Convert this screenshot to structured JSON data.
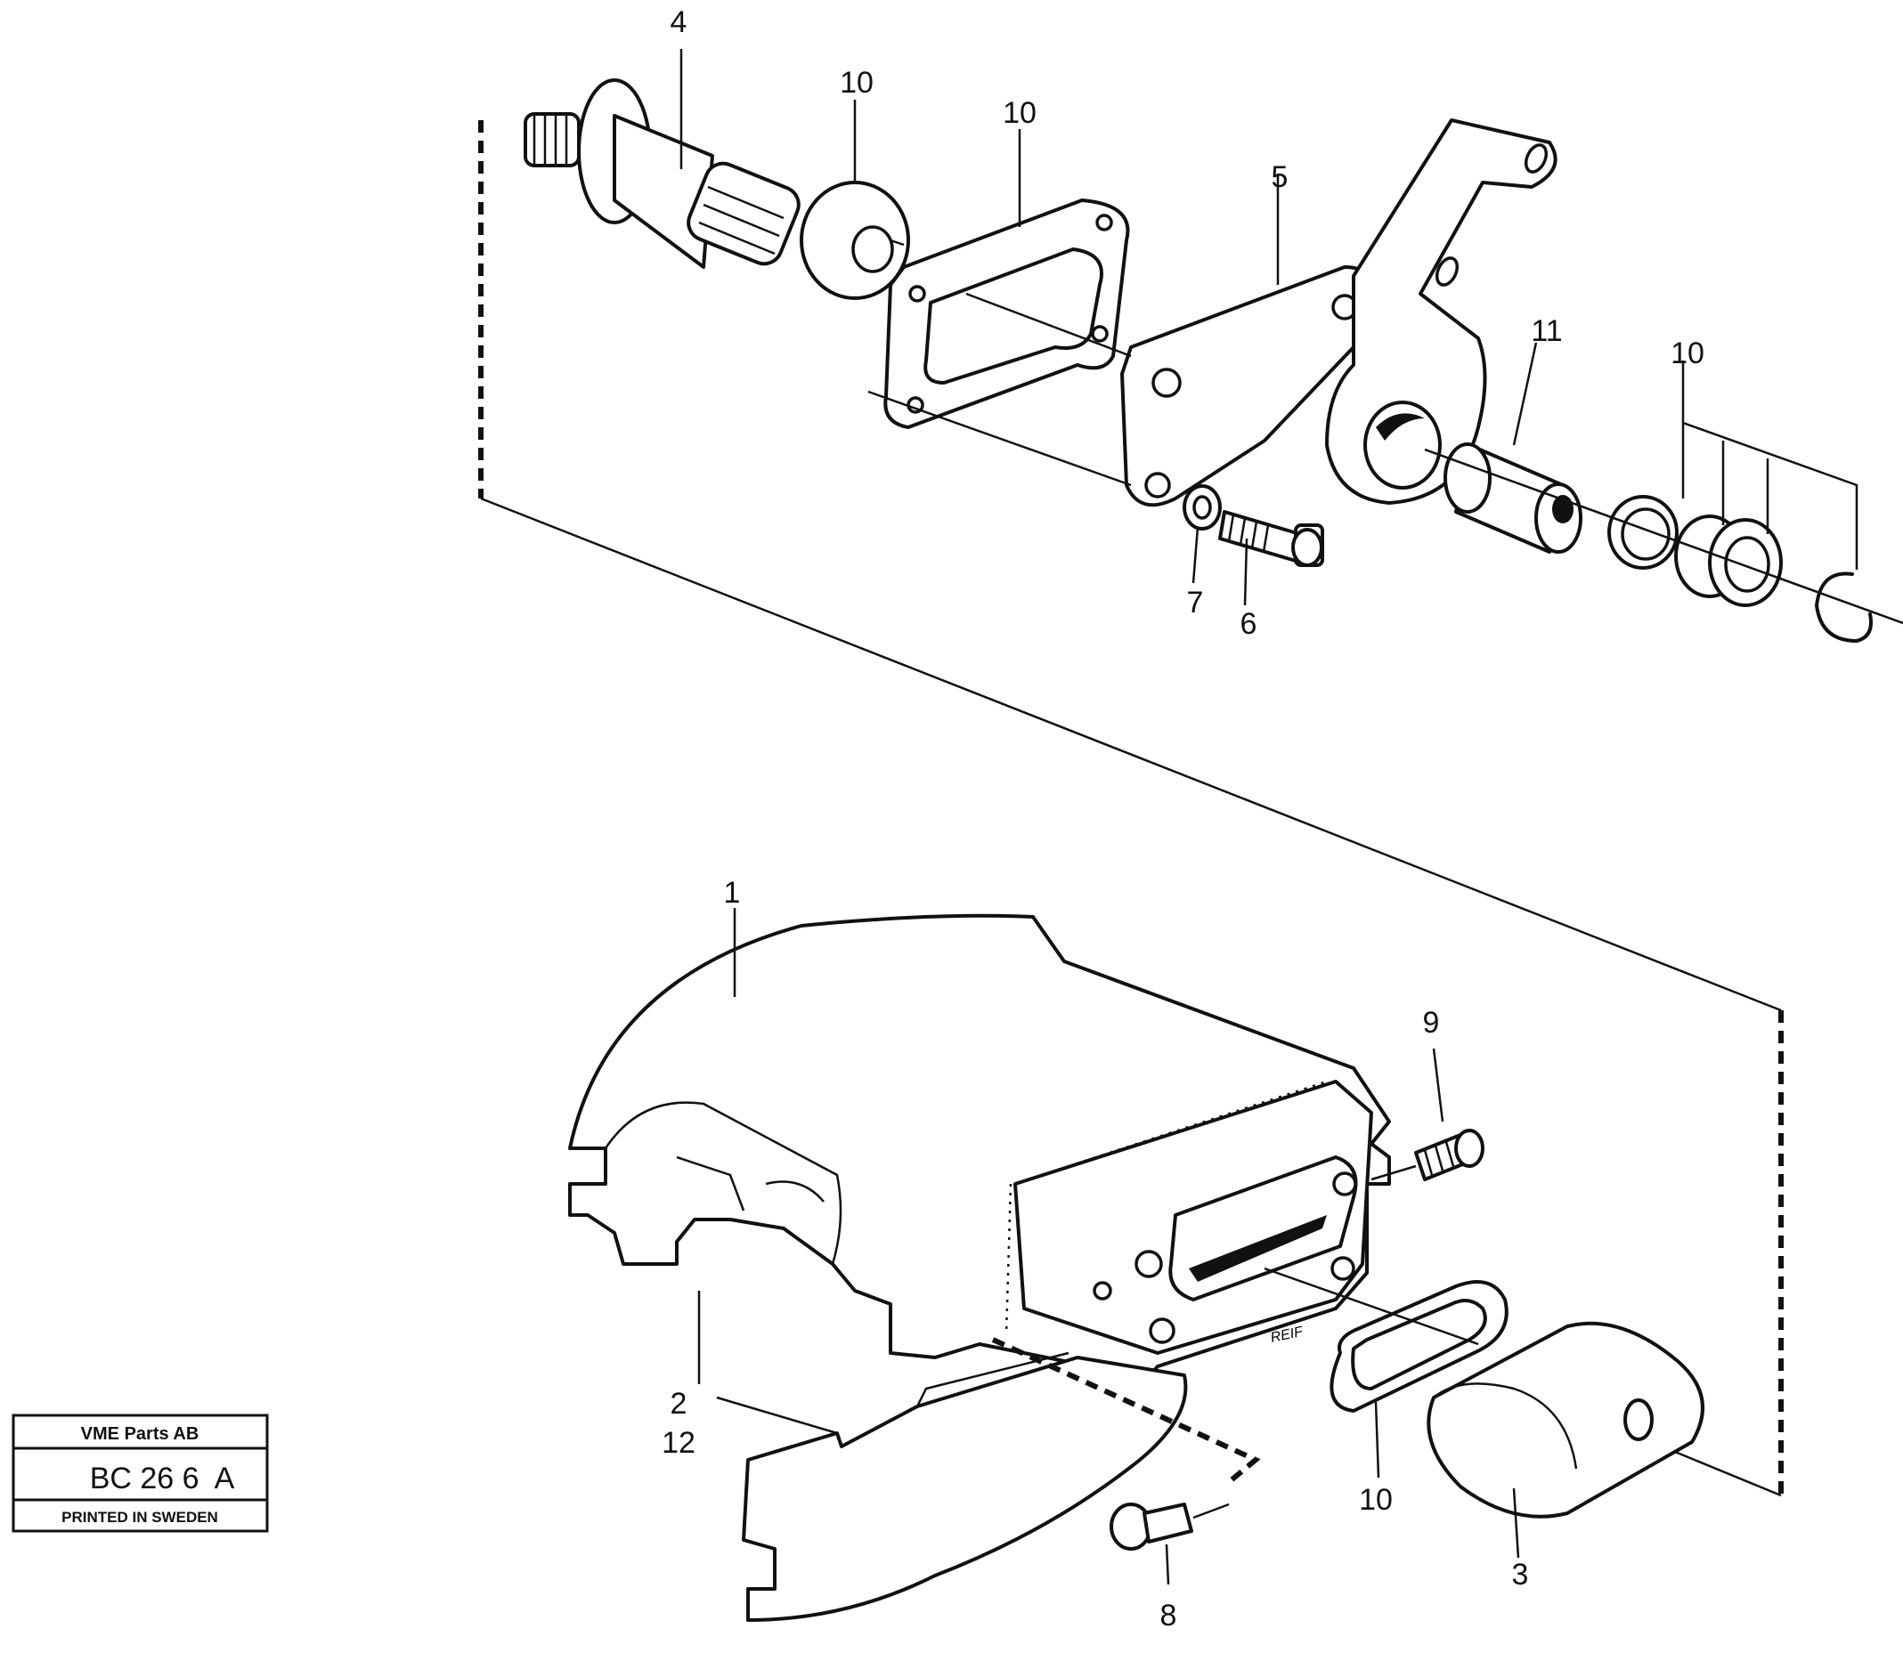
{
  "callouts": {
    "c4": "4",
    "c10a": "10",
    "c10b": "10",
    "c5": "5",
    "c11": "11",
    "c10c": "10",
    "c7": "7",
    "c6": "6",
    "c1": "1",
    "c9": "9",
    "c2": "2",
    "c12": "12",
    "c10d": "10",
    "c3": "3",
    "c8": "8"
  },
  "stamp": {
    "company": "VME Parts AB",
    "code": "BC 26 6  A",
    "printed": "PRINTED IN SWEDEN"
  },
  "casting_mark": "REIF"
}
